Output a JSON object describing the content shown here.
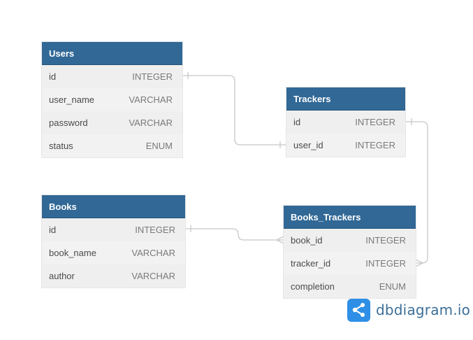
{
  "tables": {
    "users": {
      "name": "Users",
      "columns": [
        {
          "name": "id",
          "type": "INTEGER"
        },
        {
          "name": "user_name",
          "type": "VARCHAR"
        },
        {
          "name": "password",
          "type": "VARCHAR"
        },
        {
          "name": "status",
          "type": "ENUM"
        }
      ]
    },
    "trackers": {
      "name": "Trackers",
      "columns": [
        {
          "name": "id",
          "type": "INTEGER"
        },
        {
          "name": "user_id",
          "type": "INTEGER"
        }
      ]
    },
    "books": {
      "name": "Books",
      "columns": [
        {
          "name": "id",
          "type": "INTEGER"
        },
        {
          "name": "book_name",
          "type": "VARCHAR"
        },
        {
          "name": "author",
          "type": "VARCHAR"
        }
      ]
    },
    "books_trackers": {
      "name": "Books_Trackers",
      "columns": [
        {
          "name": "book_id",
          "type": "INTEGER"
        },
        {
          "name": "tracker_id",
          "type": "INTEGER"
        },
        {
          "name": "completion",
          "type": "ENUM"
        }
      ]
    }
  },
  "relationships": [
    {
      "from": "Users.id",
      "to": "Trackers.user_id",
      "cardinality": "one-to-one"
    },
    {
      "from": "Books.id",
      "to": "Books_Trackers.book_id",
      "cardinality": "one-to-many"
    },
    {
      "from": "Trackers.id",
      "to": "Books_Trackers.tracker_id",
      "cardinality": "one-to-many"
    }
  ],
  "brand": {
    "text": "dbdiagram.io",
    "icon": "dbdiagram-logo-icon",
    "color": "#2f8fe6"
  },
  "colors": {
    "header": "#316896",
    "body": "#f2f2f2",
    "link": "#c8c8c8"
  }
}
